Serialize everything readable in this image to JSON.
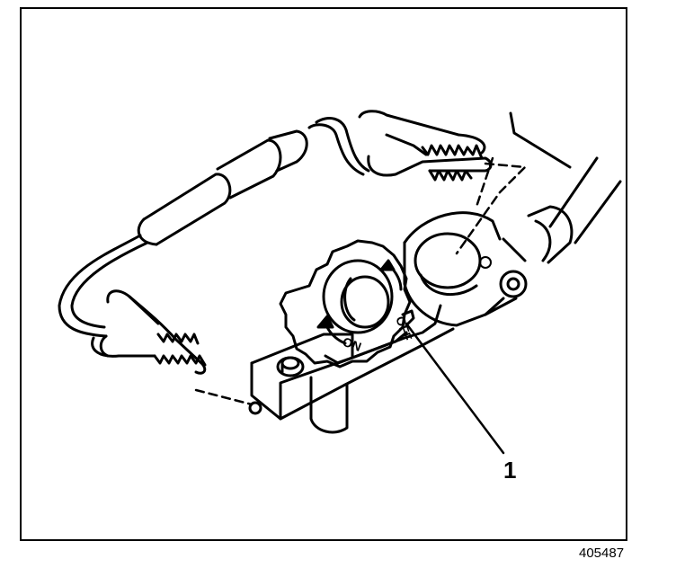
{
  "figure": {
    "callout": "1",
    "figure_id": "405487",
    "dial_on": "ON",
    "dial_off": "OFF"
  },
  "colors": {
    "line": "#000000",
    "background": "#ffffff"
  }
}
